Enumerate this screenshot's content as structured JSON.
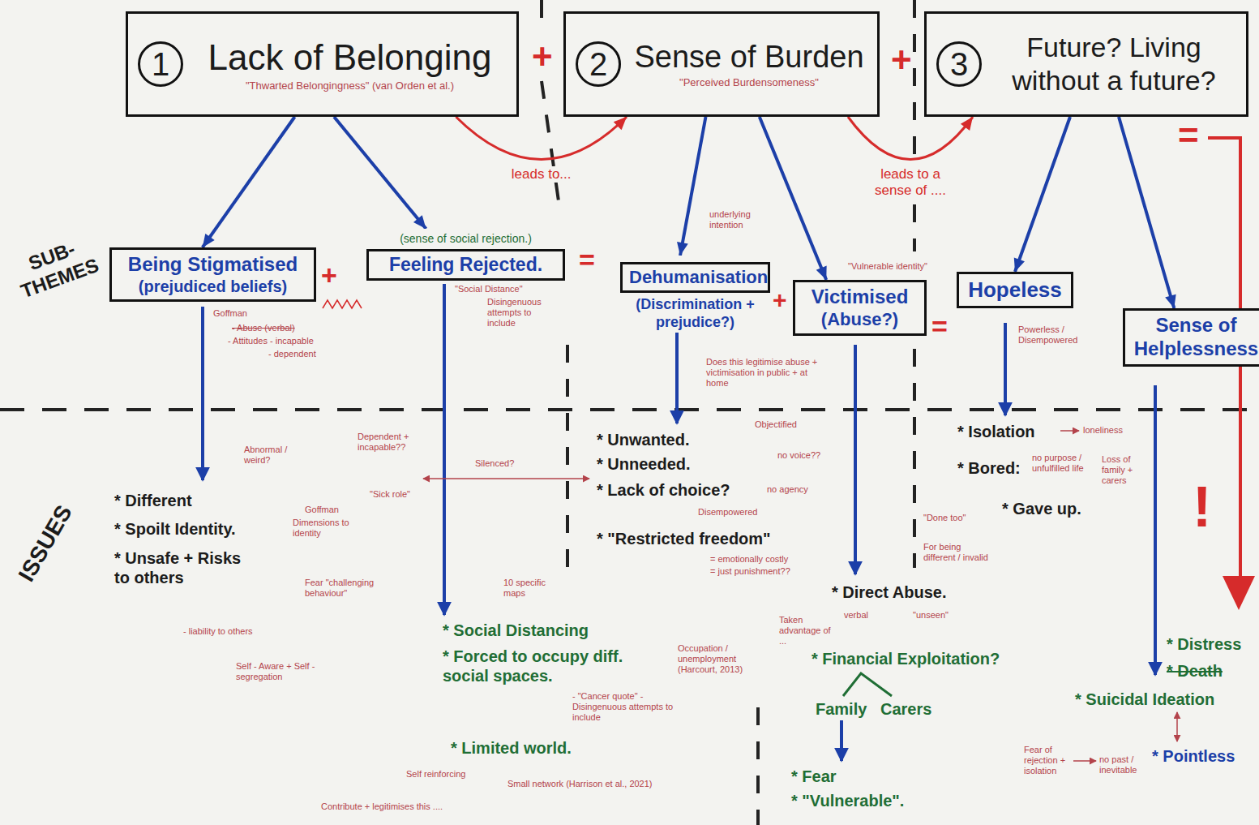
{
  "diagram": {
    "nodes": [
      {
        "text": [
          "1",
          "Lack of Belonging",
          "\"Thwarted Belongingness\" (van Orden et al.)"
        ]
      },
      {
        "text": [
          "2",
          "Sense of Burden",
          "\"Perceived Burdensomeness\""
        ]
      },
      {
        "text": [
          "3",
          "Future? Living without a future?"
        ]
      },
      {
        "text": [
          "Being Stigmatised",
          "(prejudiced beliefs)"
        ]
      },
      {
        "text": [
          "(sense of social rejection.)",
          "Feeling Rejected."
        ]
      },
      {
        "text": [
          "Dehumanisation",
          "(Discrimination + prejudice?)"
        ]
      },
      {
        "text": [
          "Victimised",
          "(Abuse?)"
        ]
      },
      {
        "text": [
          "Hopeless"
        ]
      },
      {
        "text": [
          "Sense of Helplessness"
        ]
      }
    ],
    "edges": [
      {
        "from": 0,
        "to": 1,
        "arrow": "to",
        "label": "leads to..."
      },
      {
        "from": 1,
        "to": 2,
        "arrow": "to",
        "label": "leads to a sense of ...."
      },
      {
        "from": 0,
        "to": 3,
        "arrow": "to"
      },
      {
        "from": 0,
        "to": 4,
        "arrow": "to"
      },
      {
        "from": 1,
        "to": 5,
        "arrow": "to"
      },
      {
        "from": 1,
        "to": 6,
        "arrow": "to"
      },
      {
        "from": 2,
        "to": 7,
        "arrow": "to"
      },
      {
        "from": 2,
        "to": 8,
        "arrow": "to"
      }
    ],
    "labels": [
      "+",
      "+",
      "=",
      "SUB- THEMES",
      "+",
      "=",
      "+",
      "=",
      "Goffman",
      "underlying intention",
      "\"Vulnerable identity\"",
      "\"Social Distance\"",
      "Disingenuous attempts to include",
      "- Abuse (verbal)",
      "- Attitudes - incapable",
      "- dependent",
      "Does this legitimise abuse + victimisation in public + at home",
      "Powerless / Disempowered",
      "ISSUES",
      "* Different",
      "* Spoilt Identity.",
      "* Unsafe + Risks to others",
      "Abnormal / weird?",
      "Dependent + incapable??",
      "Goffman",
      "Dimensions to identity",
      "\"Sick role\"",
      "Silenced?",
      "Fear \"challenging behaviour\"",
      "- liability to others",
      "Self - Aware + Self - segregation",
      "* Social Distancing",
      "* Forced to occupy diff. social spaces.",
      "* Limited world.",
      "10 specific maps",
      "Occupation / unemployment (Harcourt, 2013)",
      "- \"Cancer quote\" - Disingenuous attempts to include",
      "Self reinforcing",
      "Small network (Harrison et al., 2021)",
      "Contribute + legitimises this ....",
      "* Unwanted.",
      "* Unneeded.",
      "* Lack of choice?",
      "* \"Restricted freedom\"",
      "Objectified",
      "no voice??",
      "no agency",
      "Disempowered",
      "= emotionally costly",
      "= just punishment??",
      "\"Done too\"",
      "For being different / invalid",
      "* Direct Abuse.",
      "verbal",
      "\"unseen\"",
      "Taken advantage of ...",
      "* Financial Exploitation?",
      "Family",
      "Carers",
      "* Fear",
      "* \"Vulnerable\".",
      "* Isolation",
      "loneliness",
      "* Bored:",
      "no purpose / unfulfilled life",
      "* Gave up.",
      "Loss of family + carers",
      "!",
      "* Distress",
      "* Death",
      "* Suicidal Ideation",
      "* Pointless",
      "Fear of rejection + isolation",
      "no past / inevitable"
    ]
  }
}
